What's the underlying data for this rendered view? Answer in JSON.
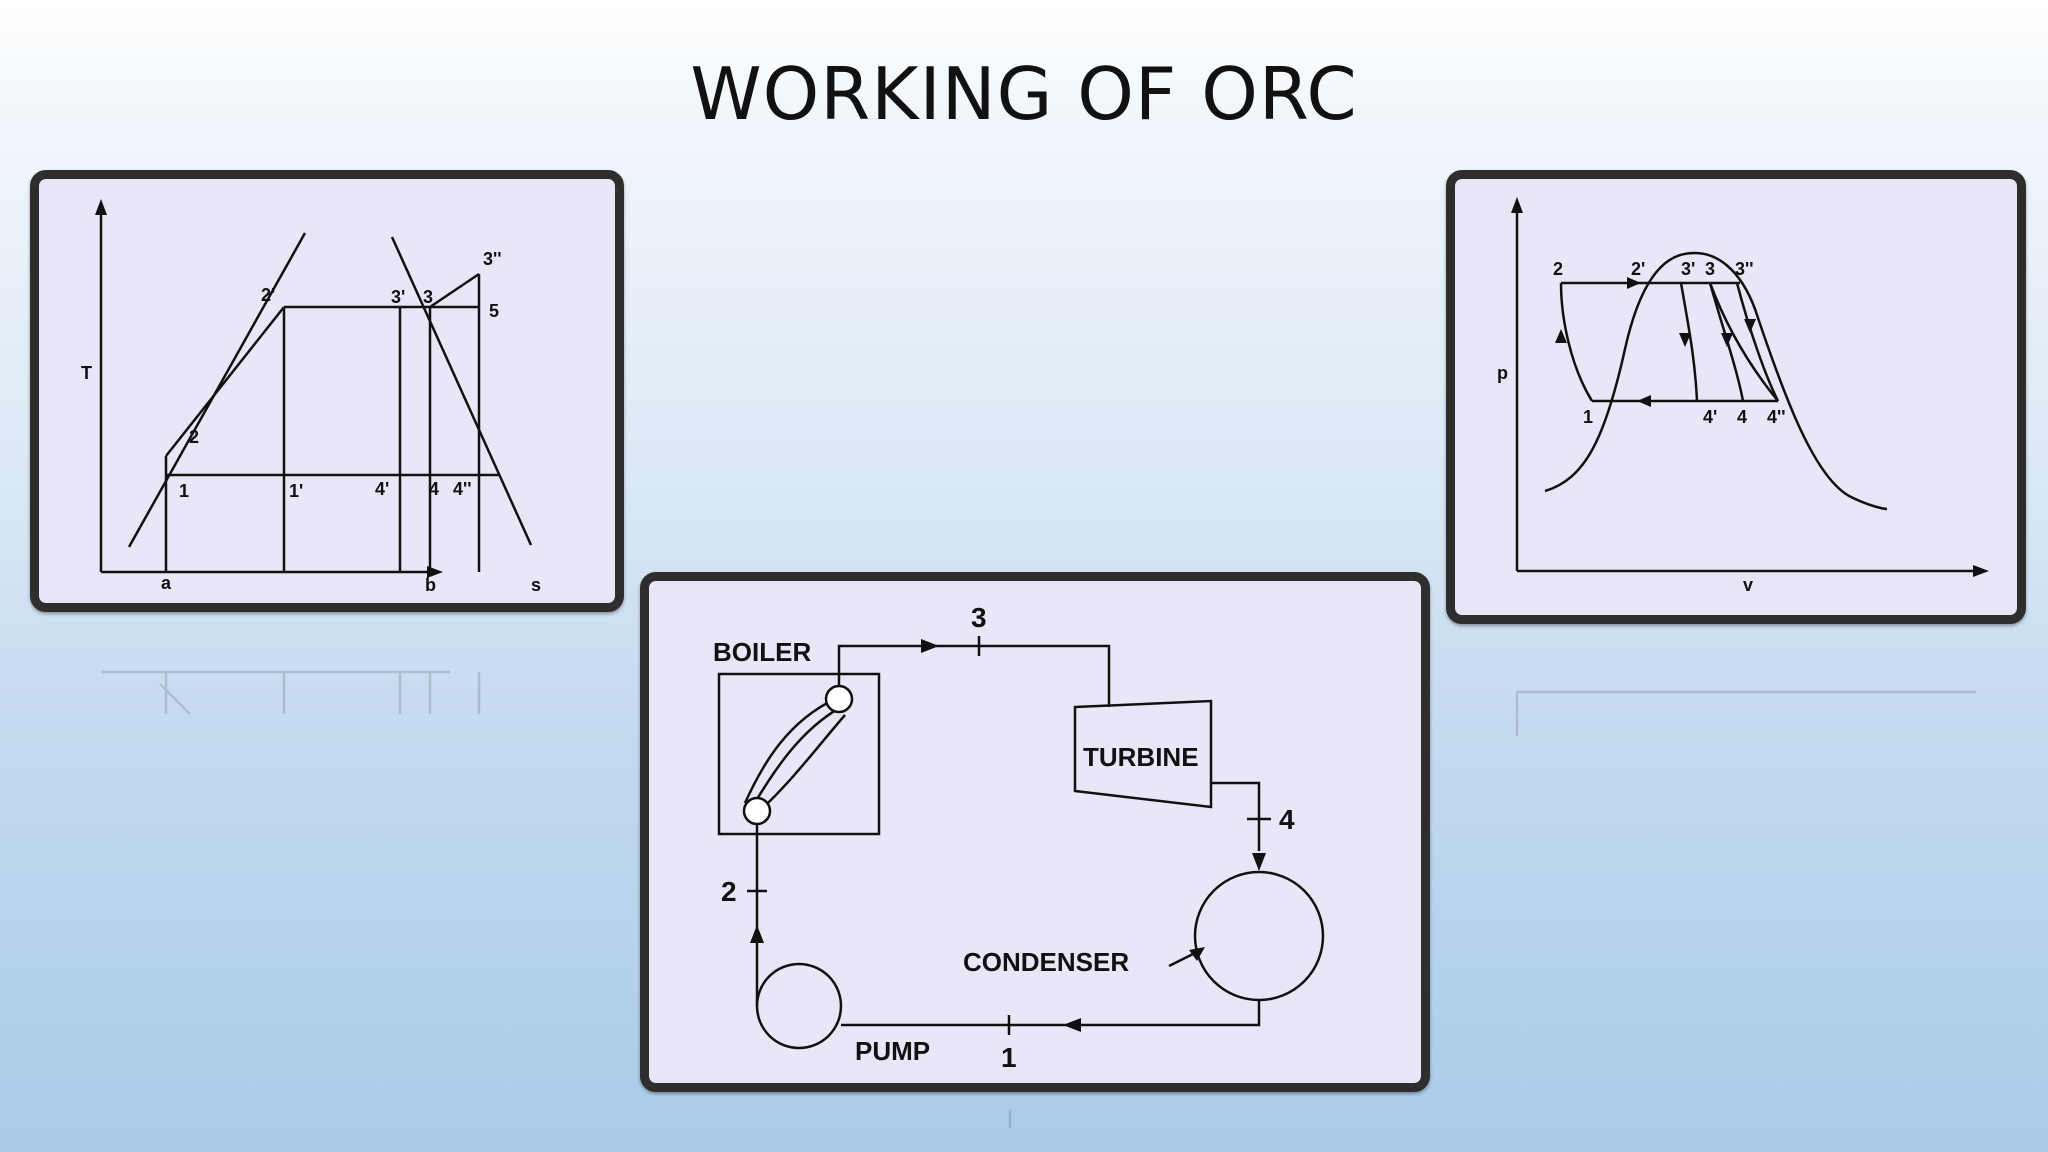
{
  "slide": {
    "title": "WORKING OF ORC"
  },
  "ts_diagram": {
    "axis_y": "T",
    "axis_x": "s",
    "points": {
      "p1": "1",
      "p1p": "1'",
      "p2": "2",
      "p2p": "2'",
      "p3": "3",
      "p3p": "3'",
      "p3pp": "3''",
      "p4": "4",
      "p4p": "4'",
      "p4pp": "4''",
      "p5": "5"
    },
    "x_marks": {
      "a": "a",
      "b": "b"
    }
  },
  "pv_diagram": {
    "axis_y": "p",
    "axis_x": "v",
    "points": {
      "p1": "1",
      "p2": "2",
      "p2p": "2'",
      "p3": "3",
      "p3p": "3'",
      "p3pp": "3''",
      "p4": "4",
      "p4p": "4'",
      "p4pp": "4''"
    }
  },
  "cycle_diagram": {
    "boiler": "BOILER",
    "turbine": "TURBINE",
    "condenser": "CONDENSER",
    "pump": "PUMP",
    "state1": "1",
    "state2": "2",
    "state3": "3",
    "state4": "4"
  }
}
